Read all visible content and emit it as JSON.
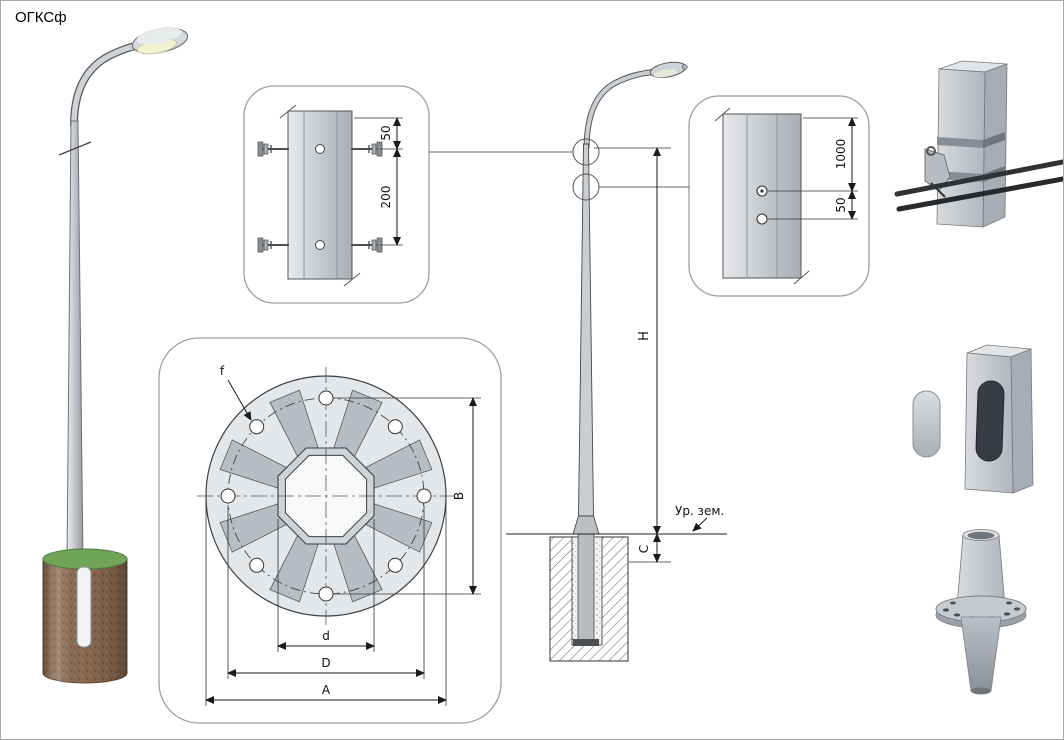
{
  "page": {
    "title": "ОГКСф"
  },
  "details": {
    "clamp_section": {
      "dim_edge": "50",
      "dim_spacing": "200"
    },
    "hole_section": {
      "dim_top": "1000",
      "dim_offset": "50"
    }
  },
  "flange_plan": {
    "hole_dia": "f",
    "bolt_span": "B",
    "across_flats": "d",
    "bolt_circle_dia": "D",
    "outer_dia": "A"
  },
  "elevation": {
    "height": "H",
    "reveal": "C",
    "ground": "Ур. зем."
  }
}
